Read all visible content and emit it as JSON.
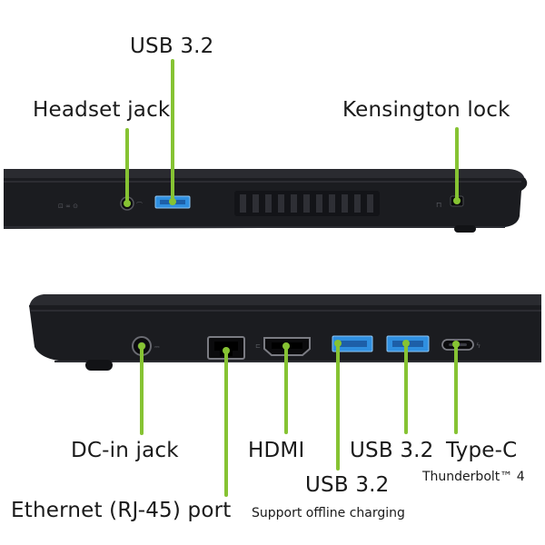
{
  "colors": {
    "callout": "#86c333",
    "chassis": "#1b1c20",
    "usb_port": "#2f8fe0"
  },
  "top_view": {
    "labels": {
      "usb": "USB 3.2",
      "headset": "Headset jack",
      "kensington": "Kensington lock"
    }
  },
  "bottom_view": {
    "labels": {
      "dc_in": "DC-in jack",
      "ethernet": "Ethernet (RJ-45) port",
      "hdmi": "HDMI",
      "usb_left": "USB 3.2",
      "usb_left_note": "Support offline charging",
      "usb_right": "USB 3.2",
      "type_c": "Type-C",
      "type_c_note": "Thunderbolt™ 4"
    }
  }
}
